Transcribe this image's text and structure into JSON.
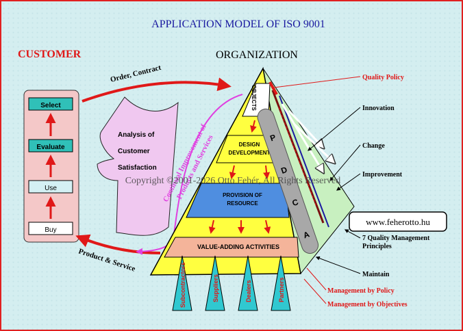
{
  "title": "APPLICATION MODEL OF ISO 9001",
  "customer_label": "CUSTOMER",
  "organization_label": "ORGANIZATION",
  "customer_steps": [
    "Select",
    "Evaluate",
    "Use",
    "Buy"
  ],
  "order_contract": "Order, Contract",
  "product_service": "Product & Service",
  "analysis": [
    "Analysis of",
    "Customer",
    "Satisfaction"
  ],
  "ci_lines": [
    "Continual Improvement of",
    "Products and Services"
  ],
  "pyramid_levels": {
    "objects": "OBJECTS",
    "design": [
      "DESIGN",
      "DEVELOPMENT"
    ],
    "provision": [
      "PROVISION OF",
      "RESOURCE"
    ],
    "value_adding": "VALUE-ADDING ACTIVITIES"
  },
  "pdca": [
    "P",
    "D",
    "C",
    "A"
  ],
  "partners": [
    "Subcontractors",
    "Suppliers",
    "Dealers",
    "Partners"
  ],
  "right_labels": {
    "quality_policy": "Quality Policy",
    "innovation": "Innovation",
    "change": "Change",
    "improvement": "Improvement",
    "principles": [
      "7 Quality Management",
      "Principles"
    ],
    "maintain": "Maintain",
    "mgmt_policy": "Management by Policy",
    "mgmt_objectives": "Management by Objectives"
  },
  "website": "www.feherotto.hu",
  "copyright": "Copyright ©2001-2026 Otto Fehér, All Rights Reserved",
  "colors": {
    "title": "#1a1aa0",
    "red": "#e01818",
    "pyramid_yellow": "#ffff40",
    "pyramid_side": "#c8f0c0",
    "resource_blue": "#4f8ee0",
    "value_salmon": "#f4b49a",
    "cone_cyan": "#30c8d0",
    "customer_panel": "#f4c8c8",
    "teal_box": "#30c0b8",
    "analysis_pink": "#f0c8f0",
    "magenta": "#e040e0"
  }
}
